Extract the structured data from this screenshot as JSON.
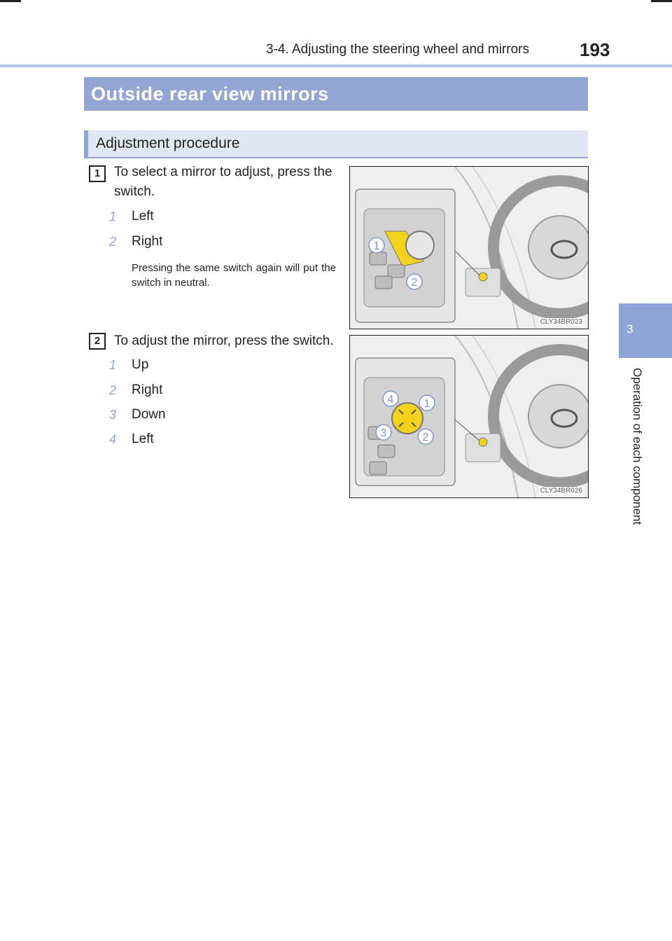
{
  "header": {
    "section_path": "3-4. Adjusting the steering wheel and mirrors",
    "page_number": "193"
  },
  "side_tab": {
    "chapter_number": "3",
    "chapter_title": "Operation of each component"
  },
  "section_title": "Outside rear view mirrors",
  "subsection_title": "Adjustment procedure",
  "steps": [
    {
      "badge": "1",
      "text": "To select a mirror to adjust, press the switch.",
      "items": [
        {
          "num": "1",
          "label": "Left"
        },
        {
          "num": "2",
          "label": "Right"
        }
      ],
      "note": "Pressing the same switch again will put the switch in neutral.",
      "figure": {
        "code": "CLY34BR023",
        "callouts": [
          "1",
          "2"
        ]
      }
    },
    {
      "badge": "2",
      "text": "To adjust the mirror, press the switch.",
      "items": [
        {
          "num": "1",
          "label": "Up"
        },
        {
          "num": "2",
          "label": "Right"
        },
        {
          "num": "3",
          "label": "Down"
        },
        {
          "num": "4",
          "label": "Left"
        }
      ],
      "figure": {
        "code": "CLY34BR026",
        "callouts": [
          "4",
          "1",
          "3",
          "2"
        ]
      }
    }
  ],
  "colors": {
    "accent_blue": "#93a6d3",
    "accent_light": "#e1e6f3",
    "highlight_yellow": "#f3d21a"
  }
}
